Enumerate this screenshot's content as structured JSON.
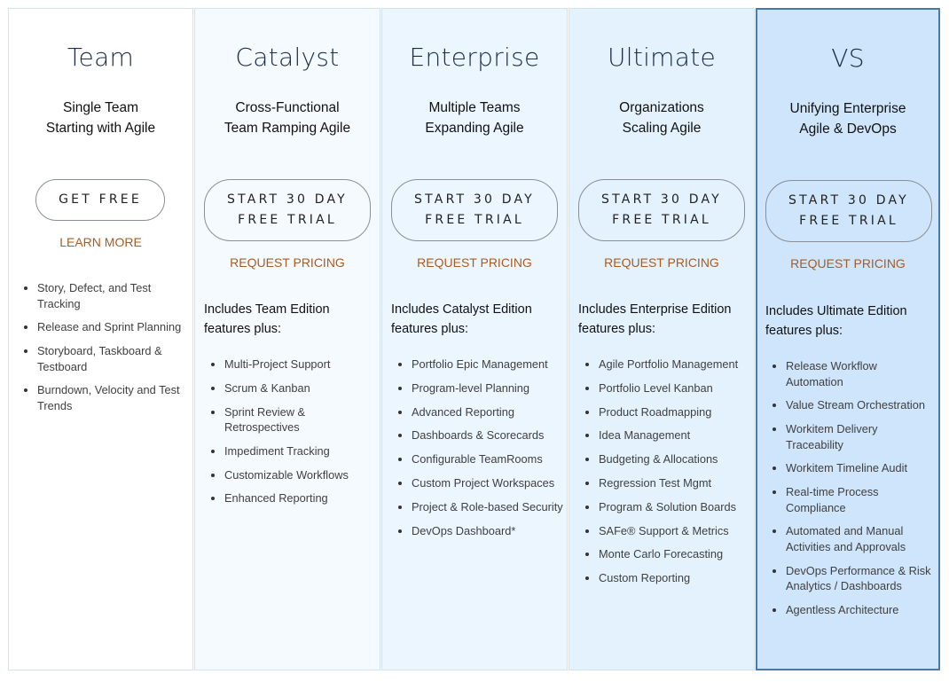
{
  "plans": [
    {
      "name": "Team",
      "tagline_line1": "Single Team",
      "tagline_line2": "Starting with Agile",
      "button_line1": "GET FREE",
      "button_line2": "",
      "link": "LEARN MORE",
      "includes_line1": "",
      "includes_line2": "",
      "features": [
        "Story, Defect, and Test Tracking",
        "Release and Sprint Planning",
        "Storyboard, Taskboard & Testboard",
        "Burndown, Velocity and Test Trends"
      ]
    },
    {
      "name": "Catalyst",
      "tagline_line1": "Cross-Functional",
      "tagline_line2": "Team Ramping Agile",
      "button_line1": "START 30 DAY",
      "button_line2": "FREE TRIAL",
      "link": "REQUEST PRICING",
      "includes_line1": "Includes Team Edition",
      "includes_line2": "features plus:",
      "features": [
        "Multi-Project Support",
        "Scrum & Kanban",
        "Sprint Review & Retrospectives",
        "Impediment Tracking",
        "Customizable Workflows",
        "Enhanced Reporting"
      ]
    },
    {
      "name": "Enterprise",
      "tagline_line1": "Multiple Teams",
      "tagline_line2": "Expanding Agile",
      "button_line1": "START 30 DAY",
      "button_line2": "FREE TRIAL",
      "link": "REQUEST PRICING",
      "includes_line1": "Includes Catalyst Edition",
      "includes_line2": "features plus:",
      "features": [
        "Portfolio Epic Management",
        "Program-level Planning",
        "Advanced Reporting",
        "Dashboards & Scorecards",
        "Configurable TeamRooms",
        "Custom Project Workspaces",
        "Project & Role-based Security",
        "DevOps Dashboard*"
      ]
    },
    {
      "name": "Ultimate",
      "tagline_line1": "Organizations",
      "tagline_line2": "Scaling Agile",
      "button_line1": "START 30 DAY",
      "button_line2": "FREE TRIAL",
      "link": "REQUEST PRICING",
      "includes_line1": "Includes Enterprise Edition",
      "includes_line2": "features plus:",
      "features": [
        "Agile Portfolio Management",
        "Portfolio Level Kanban",
        "Product Roadmapping",
        "Idea Management",
        "Budgeting & Allocations",
        "Regression Test Mgmt",
        "Program & Solution Boards",
        "SAFe® Support & Metrics",
        "Monte Carlo Forecasting",
        "Custom Reporting"
      ]
    },
    {
      "name": "VS",
      "tagline_line1": "Unifying Enterprise",
      "tagline_line2": "Agile & DevOps",
      "button_line1": "START 30 DAY",
      "button_line2": "FREE TRIAL",
      "link": "REQUEST PRICING",
      "includes_line1": "Includes Ultimate Edition",
      "includes_line2": "features plus:",
      "features": [
        "Release Workflow Automation",
        "Value Stream Orchestration",
        "Workitem Delivery Traceability",
        "Workitem Timeline Audit",
        "Real-time Process Compliance",
        "Automated and Manual Activities and Approvals",
        "DevOps Performance & Risk Analytics / Dashboards",
        "Agentless Architecture"
      ]
    }
  ],
  "colors": {
    "title": "#1c2e4a",
    "link": "#a85c22",
    "team_bg": "#ffffff",
    "catalyst_bg": "#f5faff",
    "enterprise_bg": "#ebf6fe",
    "ultimate_bg": "#e3f2fd",
    "vs_bg": "#cfe5fb",
    "vs_border": "#4b78aa"
  }
}
